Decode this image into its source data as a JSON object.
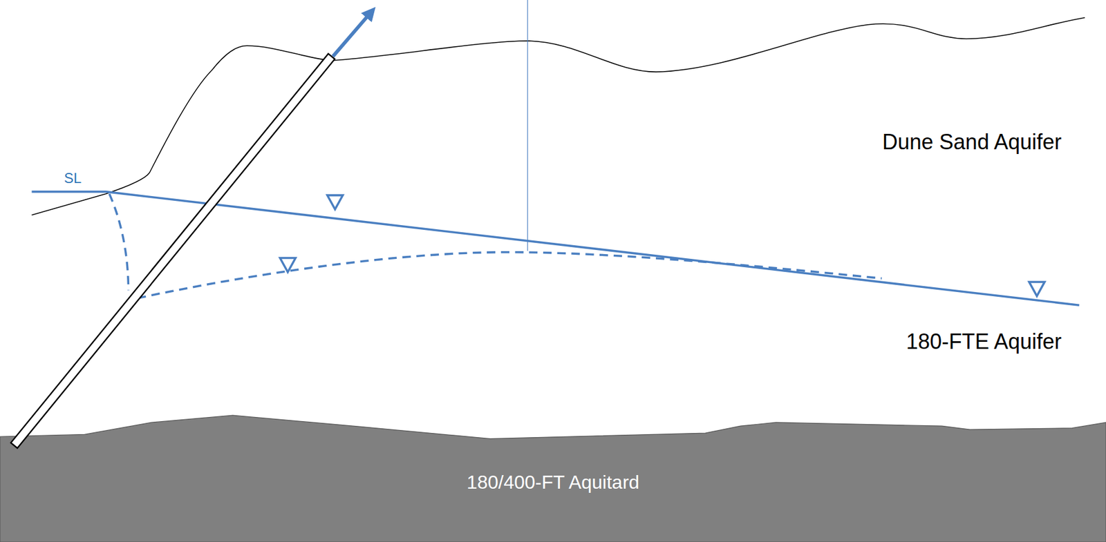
{
  "diagram": {
    "nodes": [
      {
        "text": [
          "180/400-FT Aquitard"
        ]
      }
    ],
    "labels": [
      "SL",
      "Dune Sand Aquifer",
      "180-FTE Aquifer"
    ]
  }
}
